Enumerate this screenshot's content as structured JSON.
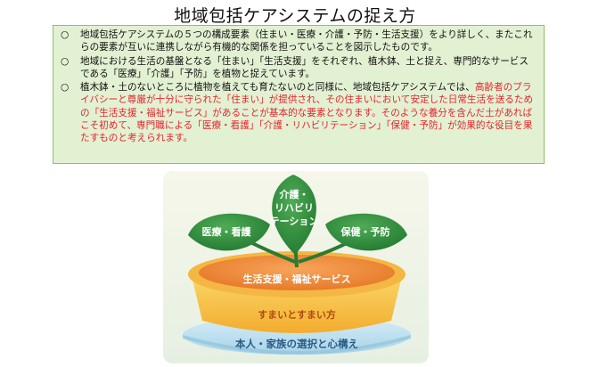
{
  "title": "地域包括ケアシステムの捉え方",
  "text_box": {
    "bullet": "○",
    "paragraphs": [
      {
        "segments": [
          {
            "text": "地域包括ケアシステムの５つの構成要素（住まい・医療・介護・予防・生活支援）をより詳しく、またこれらの要素が互いに連携しながら有機的な関係を担っていることを図示したものです。",
            "color": "black"
          }
        ]
      },
      {
        "segments": [
          {
            "text": "地域における生活の基盤となる「住まい」「生活支援」をそれぞれ、植木鉢、土と捉え、専門的なサービスである「医療」「介護」「予防」を植物と捉えています。",
            "color": "black"
          }
        ]
      },
      {
        "segments": [
          {
            "text": "植木鉢・土のないところに植物を植えても育たないのと同様に、地域包括ケアシステムでは、",
            "color": "black"
          },
          {
            "text": "高齢者のプライバシーと尊厳が十分に守られた「住まい」が提供され、その住まいにおいて安定した日常生活を送るための「生活支援・福祉サービス」があることが基本的な要素となります。そのような養分を含んだ土があればこそ初めて、専門職による「医療・看護」「介護・リハビリテーション」「保健・予防」が効果的な役目を果たすものと考えられます。",
            "color": "red"
          }
        ]
      }
    ]
  },
  "diagram": {
    "leaves": {
      "left": [
        "医療・看護"
      ],
      "center": [
        "介護・",
        "リハビリ",
        "テーション"
      ],
      "right": [
        "保健・予防"
      ]
    },
    "soil_label": "生活支援・福祉サービス",
    "pot_label": "すまいとすまい方",
    "base_label": "本人・家族の選択と心構え"
  },
  "colors": {
    "title_text": "#111111",
    "box_background": "#e3f1d3",
    "box_border": "#8fbf6a",
    "highlight_text": "#e5232b",
    "leaf": "#2e8b3a",
    "soil": "#f08a3a",
    "pot": "#f7c24a",
    "base_plate": "#bfe0ef",
    "base_text": "#2a5d86",
    "soil_text": "#ffffff",
    "pot_text": "#b04a10"
  }
}
